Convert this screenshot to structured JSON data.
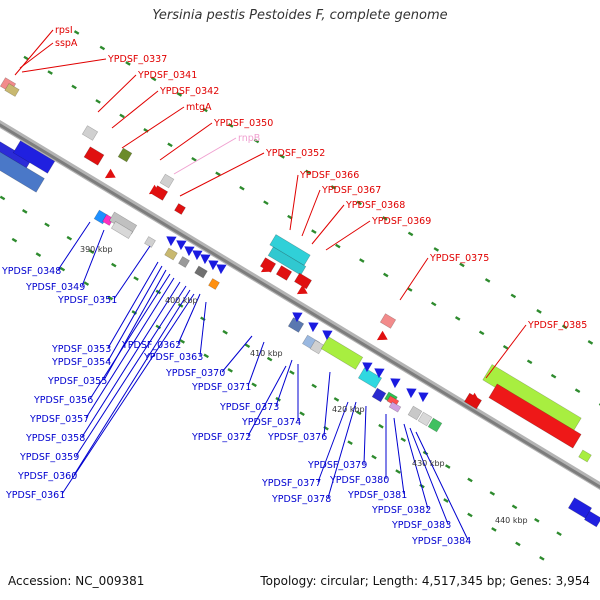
{
  "title": "Yersinia pestis Pestoides F, complete genome",
  "accession": "Accession: NC_009381",
  "topology": "Topology: circular; Length: 4,517,345 bp; Genes: 3,954",
  "colors": {
    "backbone": "#8a8a8a",
    "tick": "#2e8b2e",
    "forward_label": "#e00000",
    "reverse_label": "#0000d0",
    "rna_label": "#f0a0d0"
  },
  "scale_labels": [
    "390 kbp",
    "400 kbp",
    "410 kbp",
    "420 kbp",
    "430 kbp",
    "440 kbp"
  ],
  "forward_genes": [
    "rpsI",
    "sspA",
    "YPDSF_0337",
    "YPDSF_0341",
    "YPDSF_0342",
    "mtgA",
    "YPDSF_0350",
    "rnpB",
    "YPDSF_0352",
    "YPDSF_0366",
    "YPDSF_0367",
    "YPDSF_0368",
    "YPDSF_0369",
    "YPDSF_0375",
    "YPDSF_0385"
  ],
  "reverse_genes": [
    "YPDSF_0348",
    "YPDSF_0349",
    "YPDSF_0351",
    "YPDSF_0353",
    "YPDSF_0354",
    "YPDSF_0355",
    "YPDSF_0356",
    "YPDSF_0357",
    "YPDSF_0358",
    "YPDSF_0359",
    "YPDSF_0360",
    "YPDSF_0361",
    "YPDSF_0362",
    "YPDSF_0363",
    "YPDSF_0370",
    "YPDSF_0371",
    "YPDSF_0372",
    "YPDSF_0373",
    "YPDSF_0374",
    "YPDSF_0376",
    "YPDSF_0377",
    "YPDSF_0378",
    "YPDSF_0379",
    "YPDSF_0380",
    "YPDSF_0381",
    "YPDSF_0382",
    "YPDSF_0383",
    "YPDSF_0384"
  ]
}
